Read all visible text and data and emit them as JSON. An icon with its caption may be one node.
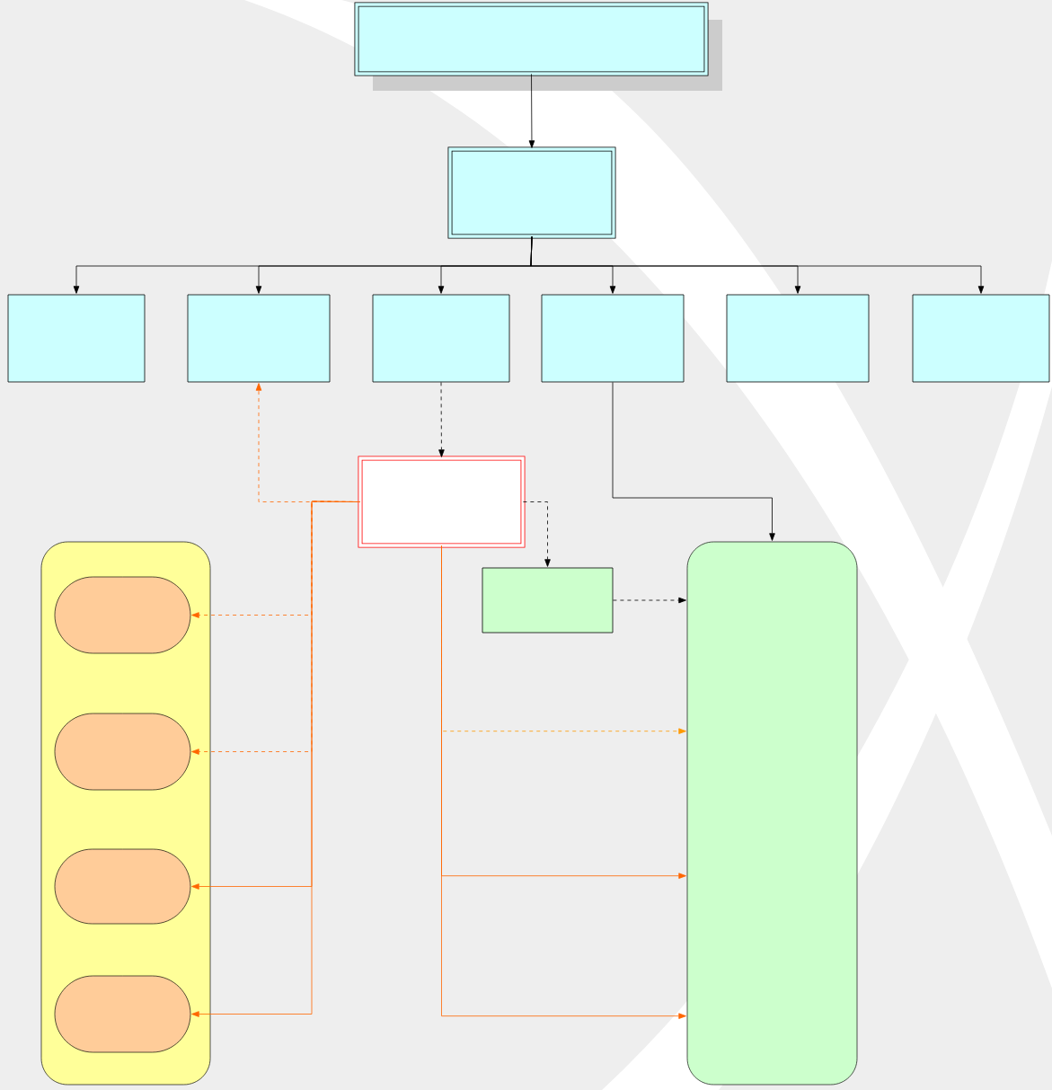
{
  "diagram": {
    "nodes": [
      {
        "text": [],
        "shape": "box"
      },
      {
        "text": [],
        "shape": "box"
      },
      {
        "text": [],
        "shape": "box"
      },
      {
        "text": [],
        "shape": "box"
      },
      {
        "text": [],
        "shape": "box"
      },
      {
        "text": [],
        "shape": "box"
      },
      {
        "text": [],
        "shape": "box"
      },
      {
        "text": [],
        "shape": "box"
      },
      {
        "text": [],
        "shape": "box"
      },
      {
        "text": [],
        "shape": "box"
      },
      {
        "text": [],
        "shape": "stadium",
        "in": 9
      },
      {
        "text": [],
        "shape": "stadium",
        "in": 9
      },
      {
        "text": [],
        "shape": "stadium",
        "in": 9
      },
      {
        "text": [],
        "shape": "stadium",
        "in": 9
      },
      {
        "text": [],
        "shape": "box"
      },
      {
        "text": [],
        "shape": "box"
      }
    ],
    "edges": [
      {
        "from": 0,
        "to": 1,
        "arrow": "to"
      },
      {
        "from": 1,
        "to": 2,
        "arrow": "to"
      },
      {
        "from": 1,
        "to": 3,
        "arrow": "to"
      },
      {
        "from": 1,
        "to": 4,
        "arrow": "to"
      },
      {
        "from": 1,
        "to": 5,
        "arrow": "to"
      },
      {
        "from": 1,
        "to": 6,
        "arrow": "to"
      },
      {
        "from": 1,
        "to": 7,
        "arrow": "to"
      },
      {
        "from": 4,
        "to": 8,
        "arrow": "to",
        "style": "dashed"
      },
      {
        "from": 8,
        "to": 3,
        "arrow": "to",
        "style": "dashed",
        "color": "#ff6600"
      },
      {
        "from": 8,
        "to": 10,
        "arrow": "to",
        "style": "dashed",
        "color": "#ff6600"
      },
      {
        "from": 8,
        "to": 11,
        "arrow": "to",
        "style": "dashed",
        "color": "#ff6600"
      },
      {
        "from": 8,
        "to": 12,
        "arrow": "to",
        "color": "#ff6600"
      },
      {
        "from": 8,
        "to": 13,
        "arrow": "to",
        "color": "#ff6600"
      },
      {
        "from": 8,
        "to": 14,
        "arrow": "to",
        "style": "dashed"
      },
      {
        "from": 5,
        "to": 15,
        "arrow": "to"
      },
      {
        "from": 14,
        "to": 15,
        "arrow": "to",
        "style": "dashed"
      },
      {
        "from": 8,
        "to": 15,
        "arrow": "to",
        "style": "dashed",
        "color": "#ff9900"
      },
      {
        "from": 8,
        "to": 15,
        "arrow": "to",
        "color": "#ff6600"
      },
      {
        "from": 8,
        "to": 15,
        "arrow": "to",
        "color": "#ff6600"
      }
    ]
  }
}
